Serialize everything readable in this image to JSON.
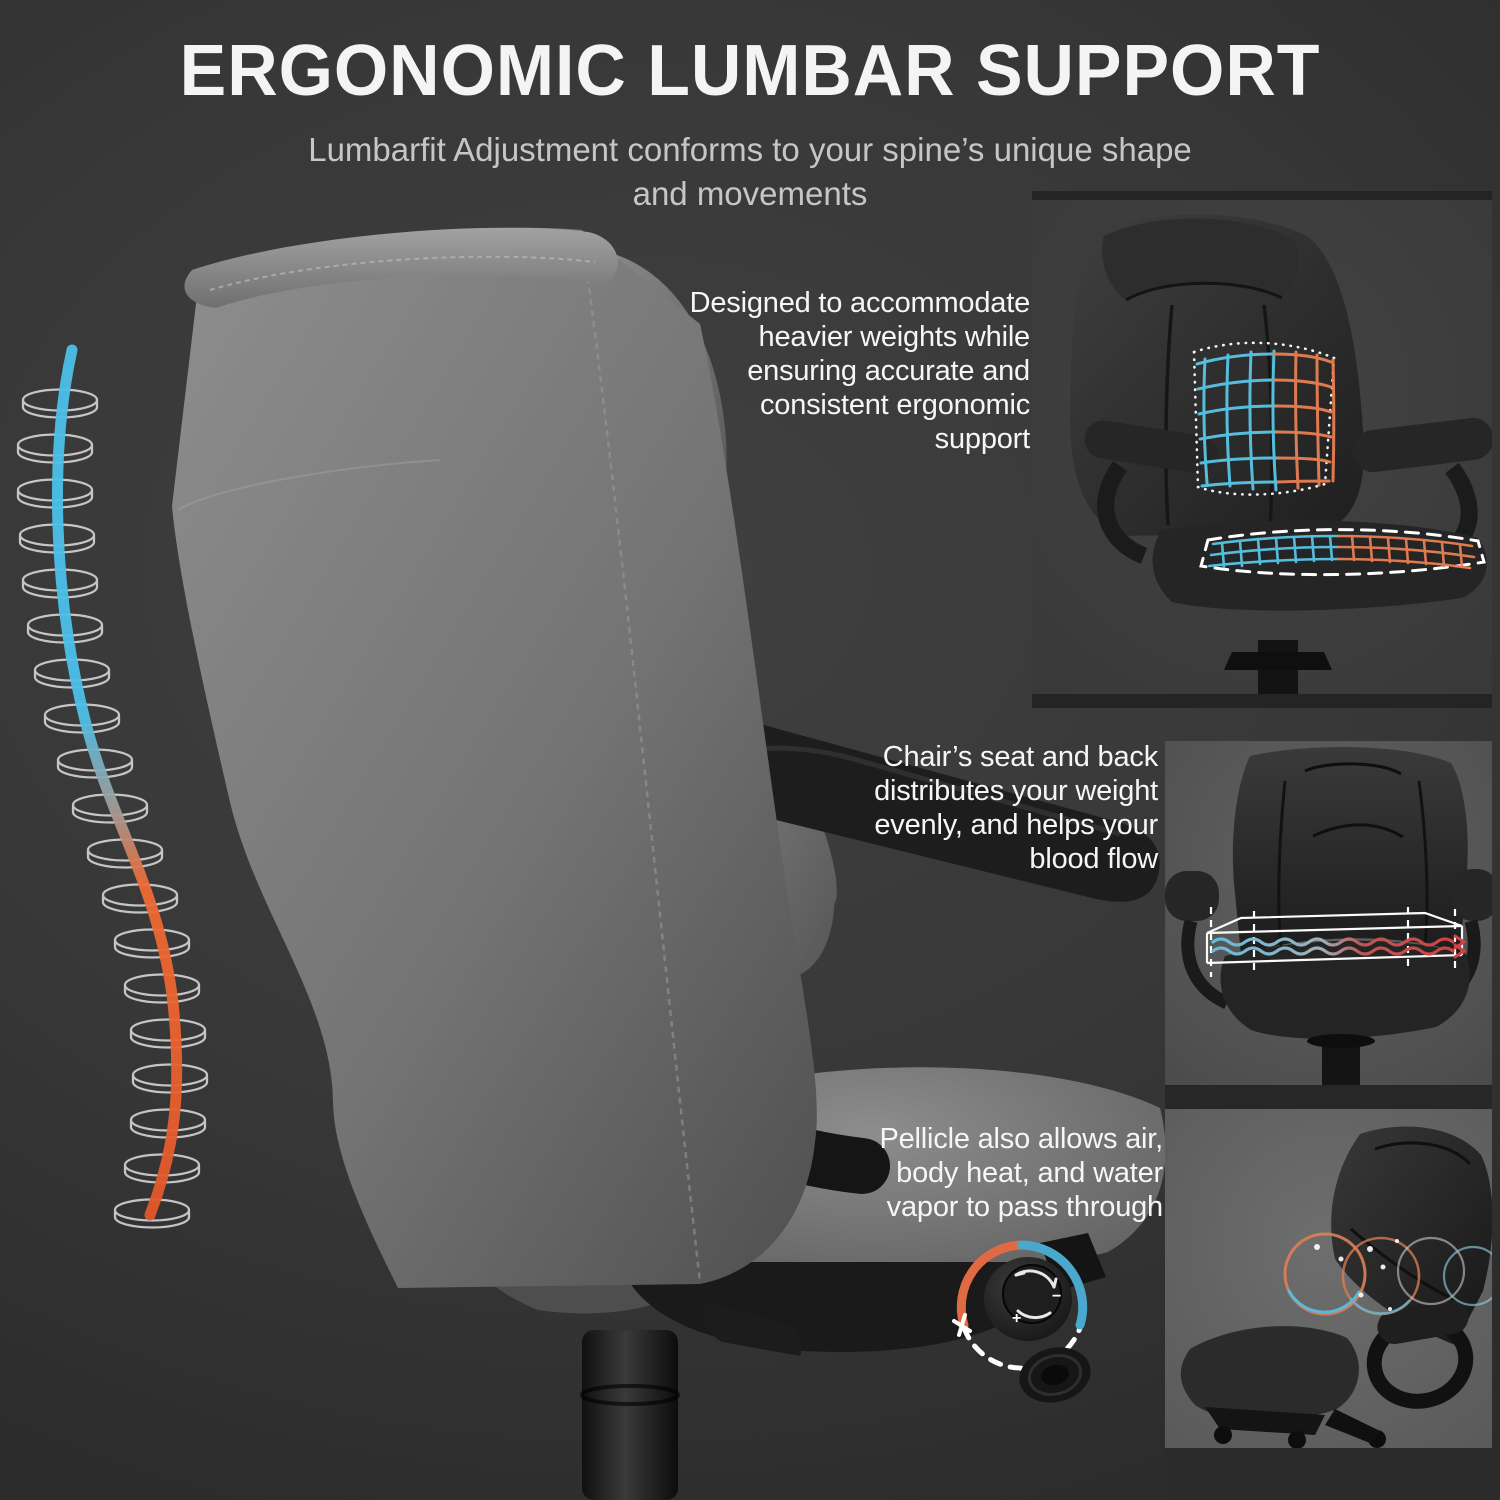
{
  "header": {
    "title": "ERGONOMIC LUMBAR SUPPORT",
    "subtitle_line1": "Lumbarfit Adjustment conforms to your spine’s unique shape",
    "subtitle_line2": "and movements"
  },
  "callouts": {
    "weight_capacity": {
      "line1": "Designed to accommodate",
      "line2": "heavier weights while",
      "line3": "ensuring accurate and",
      "line4": "consistent ergonomic",
      "line5": "support"
    },
    "weight_distribution": {
      "line1": "Chair’s seat and back",
      "line2": "distributes your weight",
      "line3": "evenly, and helps your",
      "line4": "blood flow"
    },
    "breathability": {
      "line1": "Pellicle also allows air,",
      "line2": "body heat, and water",
      "line3": "vapor to pass through"
    }
  },
  "knob": {
    "plus_label": "+",
    "minus_label": "−"
  },
  "colors": {
    "background": "#383838",
    "title_text": "#f4f4f4",
    "subtitle_text": "#c6c6c6",
    "callout_text": "#f6f6f6",
    "spine_blue": "#4cc0e8",
    "spine_orange": "#ef6a34",
    "disc_outline": "#dedede",
    "grid_blue": "#58c6e6",
    "grid_orange": "#e87f52",
    "flow_blue": "#64bcda",
    "flow_red": "#cf4343",
    "divider_bar": "#242424"
  }
}
